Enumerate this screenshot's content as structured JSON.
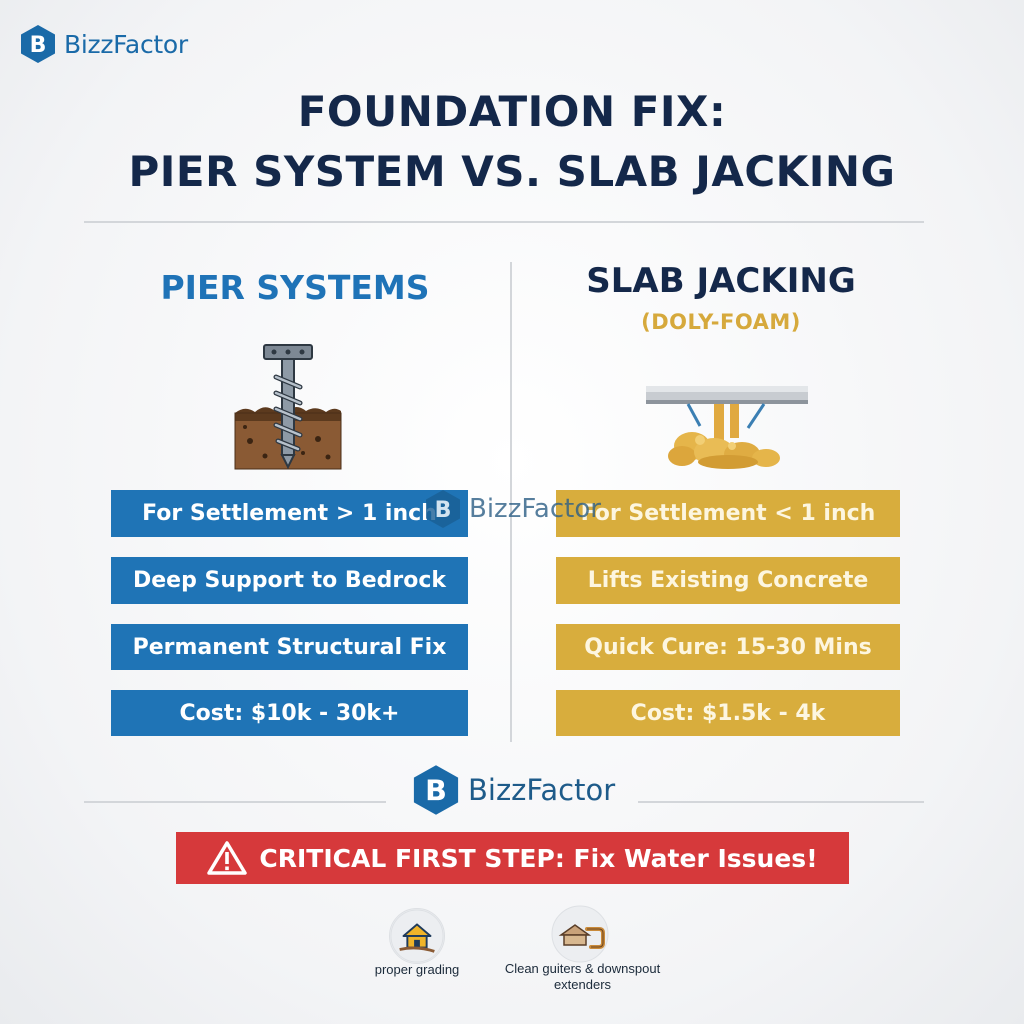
{
  "brand": {
    "name": "BizzFactor",
    "monogram": "B",
    "color": "#1a6aa8"
  },
  "title": {
    "line1": "FOUNDATION FIX:",
    "line2": "PIER SYSTEM VS. SLAB JACKING"
  },
  "pier": {
    "heading": "PIER SYSTEMS",
    "color": "#1f74b6",
    "illustration_icon": "screw-pier-in-soil-icon",
    "points": [
      "For Settlement > 1 inch",
      "Deep Support to Bedrock",
      "Permanent Structural Fix",
      "Cost: $10k - 30k+"
    ]
  },
  "slab": {
    "heading": "SLAB JACKING",
    "subheading": "(DOLY-FOAM)",
    "color": "#d8ad3d",
    "illustration_icon": "slab-foam-injection-icon",
    "points": [
      "For Settlement < 1 inch",
      "Lifts Existing Concrete",
      "Quick Cure: 15-30 Mins",
      "Cost: $1.5k - 4k"
    ]
  },
  "warning": {
    "text": "CRITICAL FIRST STEP: Fix Water Issues!",
    "color": "#d6393b",
    "icon": "warning-triangle-icon"
  },
  "tips": [
    {
      "label": "proper grading",
      "icon": "house-grading-icon"
    },
    {
      "label": "Clean guiters & downspout extenders",
      "icon": "gutter-downspout-icon"
    }
  ]
}
